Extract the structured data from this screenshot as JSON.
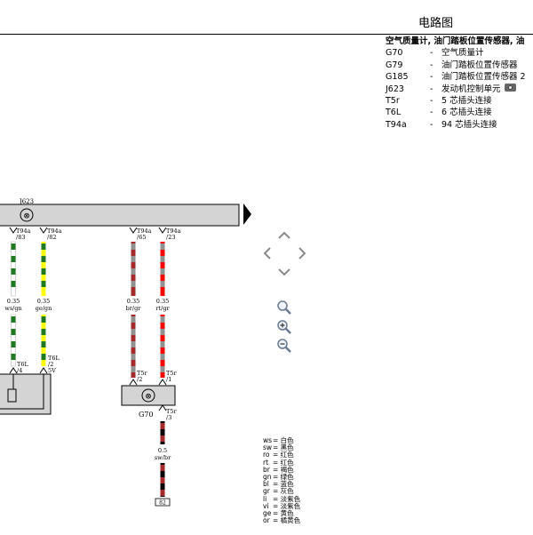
{
  "header": {
    "doc_title": "电路图"
  },
  "legend": {
    "heading": "空气质量计, 油门踏板位置传感器, 油",
    "items": [
      {
        "code": "G70",
        "desc": "空气质量计"
      },
      {
        "code": "G79",
        "desc": "油门踏板位置传感器"
      },
      {
        "code": "G185",
        "desc": "油门踏板位置传感器 2"
      },
      {
        "code": "J623",
        "desc": "发动机控制单元"
      },
      {
        "code": "T5r",
        "desc": "5 芯插头连接"
      },
      {
        "code": "T6L",
        "desc": "6 芯插头连接"
      },
      {
        "code": "T94a",
        "desc": "94 芯插头连接"
      }
    ]
  },
  "diagram": {
    "ecu_label": "J623",
    "g70_label": "G70",
    "ground_box": "82",
    "t94a": [
      {
        "name": "T94a",
        "pin": "/83"
      },
      {
        "name": "T94a",
        "pin": "/82"
      },
      {
        "name": "T94a",
        "pin": "/65"
      },
      {
        "name": "T94a",
        "pin": "/23"
      }
    ],
    "wires": [
      {
        "gauge": "0.35",
        "color_code": "ws/gn",
        "base": "#ffffff",
        "stripe": "#1e7a1e"
      },
      {
        "gauge": "0.35",
        "color_code": "ge/gn",
        "base": "#ffff00",
        "stripe": "#1e7a1e"
      },
      {
        "gauge": "0.35",
        "color_code": "br/gr",
        "base": "#a52a2a",
        "stripe": "#909090"
      },
      {
        "gauge": "0.35",
        "color_code": "rt/gr",
        "base": "#ff0000",
        "stripe": "#909090"
      }
    ],
    "t6l": [
      {
        "name": "T6L",
        "pin": "/4"
      },
      {
        "name": "T6L",
        "pin": "/2",
        "extra": "5V"
      }
    ],
    "t5r": [
      {
        "name": "T5r",
        "pin": "/2"
      },
      {
        "name": "T5r",
        "pin": "/1"
      },
      {
        "name": "T5r",
        "pin": "/3"
      }
    ],
    "wire_bottom": {
      "gauge": "0.5",
      "color_code": "sw/br",
      "base": "#000000",
      "stripe": "#a52a2a"
    },
    "ecu_color": "#d4d4d4",
    "g70_color": "#d4d4d4"
  },
  "color_legend": [
    {
      "code": "ws",
      "name": "白色"
    },
    {
      "code": "sw",
      "name": "黑色"
    },
    {
      "code": "ro",
      "name": "红色"
    },
    {
      "code": "rt",
      "name": "红色"
    },
    {
      "code": "br",
      "name": "褐色"
    },
    {
      "code": "gn",
      "name": "绿色"
    },
    {
      "code": "bl",
      "name": "蓝色"
    },
    {
      "code": "gr",
      "name": "灰色"
    },
    {
      "code": "li",
      "name": "淡紫色"
    },
    {
      "code": "vi",
      "name": "淡紫色"
    },
    {
      "code": "ge",
      "name": "黄色"
    },
    {
      "code": "or",
      "name": "橘黄色"
    }
  ],
  "controls": {
    "pan_up": "up-chevron-icon",
    "pan_left": "left-chevron-icon",
    "pan_right": "right-chevron-icon",
    "pan_down": "down-chevron-icon",
    "zoom_reset": "magnifier-icon",
    "zoom_in": "zoom-in-icon",
    "zoom_out": "zoom-out-icon"
  }
}
